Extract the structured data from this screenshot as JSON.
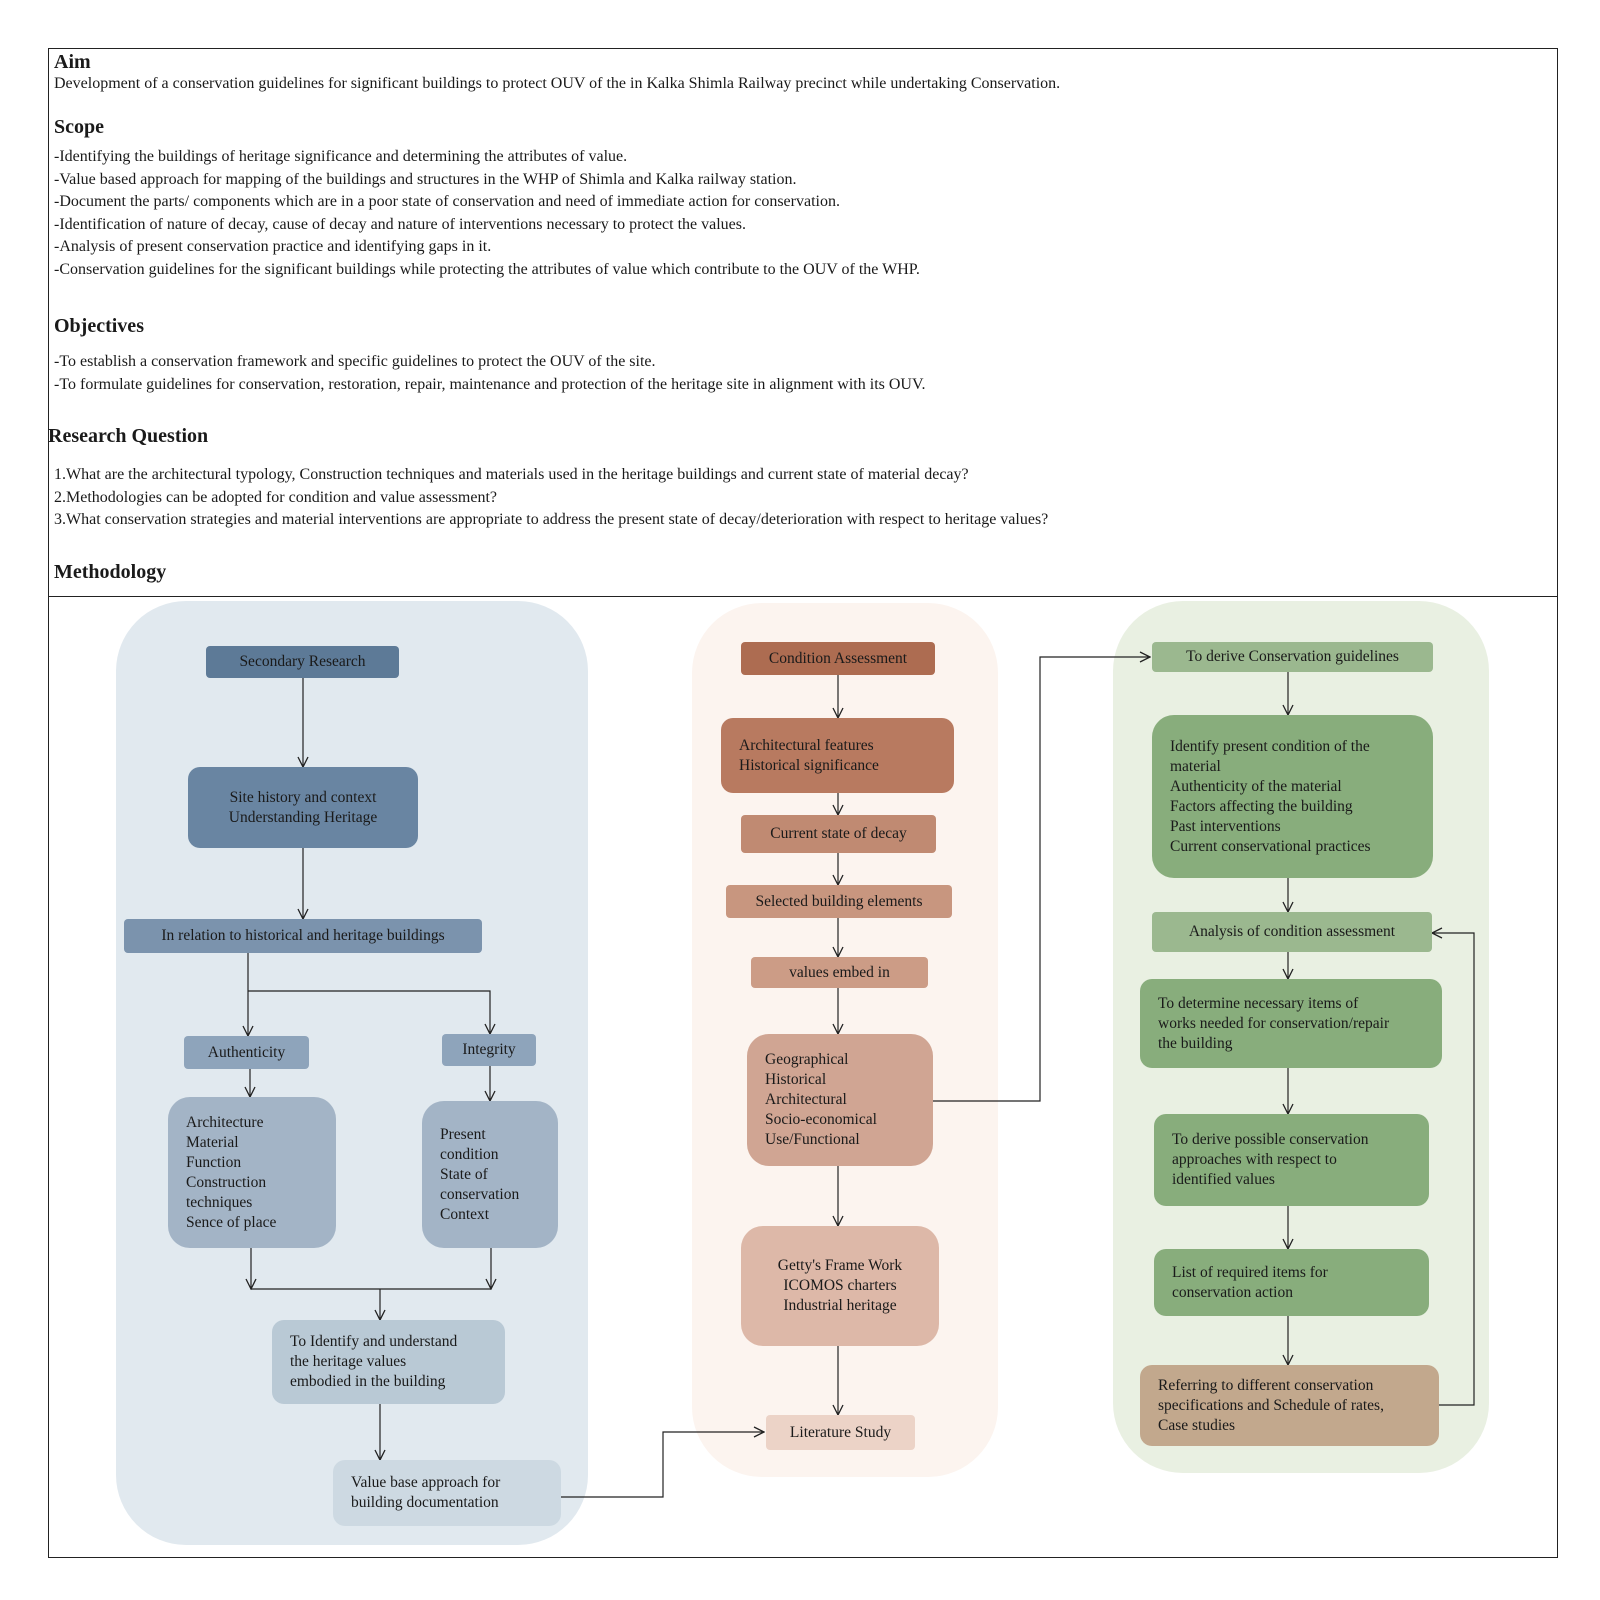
{
  "aim": {
    "heading": "Aim",
    "text": "Development of a conservation guidelines for significant buildings to protect OUV of the in Kalka Shimla Railway precinct while undertaking Conservation."
  },
  "scope": {
    "heading": "Scope",
    "items": [
      "-Identifying the buildings of heritage significance and determining the attributes of value.",
      "-Value based approach for mapping of the buildings and structures in the WHP of Shimla and Kalka railway station.",
      "-Document the parts/ components which are in a poor state of conservation and need of immediate action for conservation.",
      "-Identification of nature of decay, cause of decay and nature of interventions necessary to protect the values.",
      "-Analysis of present conservation practice and identifying gaps in it.",
      "-Conservation guidelines for the significant buildings while protecting the attributes of value which contribute to the OUV of the WHP."
    ]
  },
  "objectives": {
    "heading": "Objectives",
    "items": [
      "-To establish a conservation framework and specific guidelines to protect the OUV of the site.",
      "-To formulate guidelines for conservation, restoration, repair, maintenance and protection of the heritage site in alignment with its OUV."
    ]
  },
  "research": {
    "heading": "Research Question",
    "items": [
      "1.What are the architectural typology, Construction techniques and materials used in the heritage buildings and current state of material decay?",
      "2.Methodologies can be adopted for condition and value assessment?",
      "3.What conservation strategies and material interventions are appropriate to address the present state of decay/deterioration with respect to heritage values?"
    ]
  },
  "methodology": {
    "heading": "Methodology",
    "nodes": {
      "secondary": [
        "Secondary  Research"
      ],
      "site_history": [
        "Site history and context",
        "Understanding  Heritage"
      ],
      "in_relation": [
        "In relation to historical and heritage buildings"
      ],
      "authenticity": [
        "Authenticity"
      ],
      "integrity": [
        "Integrity"
      ],
      "auth_list": [
        "Architecture",
        "Material",
        "Function",
        "Construction",
        "techniques",
        "Sence of place"
      ],
      "integ_list": [
        "Present",
        "condition",
        "State of",
        "conservation",
        "Context"
      ],
      "identify_values": [
        "To Identify and understand",
        "the heritage values",
        "embodied in the building"
      ],
      "value_base": [
        "Value base approach for",
        "building documentation"
      ],
      "condition": [
        "Condition Assessment"
      ],
      "arch_features": [
        "Architectural features",
        "Historical significance"
      ],
      "current_decay": [
        "Current state of decay"
      ],
      "selected_elements": [
        "Selected building elements"
      ],
      "values_embed": [
        "values embed in"
      ],
      "geo_list": [
        "Geographical",
        "Historical",
        "Architectural",
        "Socio-economical",
        "Use/Functional"
      ],
      "getty": [
        "Getty's Frame Work",
        "ICOMOS charters",
        "Industrial heritage"
      ],
      "literature": [
        "Literature Study"
      ],
      "derive": [
        "To derive Conservation guidelines"
      ],
      "identify_present": [
        "Identify present condition of the",
        "material",
        "Authenticity of the material",
        "Factors affecting the building",
        "Past interventions",
        "Current conservational practices"
      ],
      "analysis": [
        "Analysis of condition assessment"
      ],
      "determine": [
        "To determine necessary items of",
        "works needed for conservation/repair",
        "the building"
      ],
      "possible": [
        "To derive possible conservation",
        " approaches with respect to",
        " identified values"
      ],
      "list_required": [
        "List of required items for",
        "conservation action"
      ],
      "referring": [
        "Referring to different conservation",
        "specifications and Schedule of rates,",
        "Case studies"
      ]
    }
  },
  "colors": {
    "blue_dark": "#5d7a97",
    "blue_mid": "#7b93ad",
    "blue_light": "#a3b4c6",
    "blue_pale": "#b9c9d5",
    "brown_dark": "#ad6c51",
    "brown_mid": "#c7907a",
    "brown_light": "#d4a897",
    "brown_pale": "#e8c6b6",
    "green_light": "#9bb88f",
    "green_mid": "#88ad7c",
    "tan": "#c2a88d"
  }
}
